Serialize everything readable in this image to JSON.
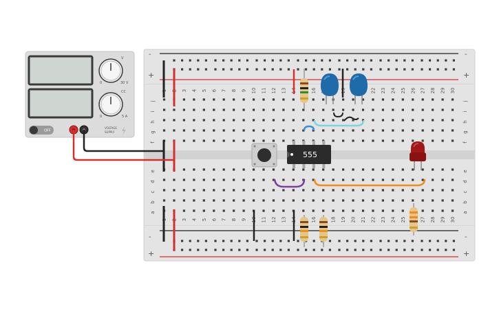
{
  "power_supply": {
    "voltage_knob_label": "V",
    "voltage_knob_min": "0",
    "voltage_knob_max": "30 V",
    "current_knob_label": "CC",
    "current_knob_min": "0",
    "current_knob_max": "5 A",
    "power_switch_label": "OFF",
    "model_label_line1": "VOLTAGE",
    "model_label_line2": "SUPPLY"
  },
  "breadboard": {
    "column_numbers": [
      "1",
      "2",
      "3",
      "4",
      "5",
      "6",
      "7",
      "8",
      "9",
      "10",
      "11",
      "12",
      "13",
      "14",
      "15",
      "16",
      "17",
      "18",
      "19",
      "20",
      "21",
      "22",
      "23",
      "24",
      "25",
      "26",
      "27",
      "28",
      "29",
      "30"
    ],
    "top_row_letters": [
      "j",
      "i",
      "h",
      "g",
      "f"
    ],
    "bottom_row_letters": [
      "e",
      "d",
      "c",
      "b",
      "a"
    ],
    "rail_plus": "+",
    "rail_minus": "-"
  },
  "chip": {
    "label": "555"
  },
  "colors": {
    "wire_red": "#d32f2f",
    "wire_black": "#222222",
    "wire_purple": "#7a3fa0",
    "wire_orange": "#f08c1a",
    "wire_cyan": "#7fd3dc",
    "wire_blue": "#3a8fd6",
    "capacitor": "#1f6aa8",
    "led": "#a01818",
    "chip": "#2b2b2b"
  }
}
